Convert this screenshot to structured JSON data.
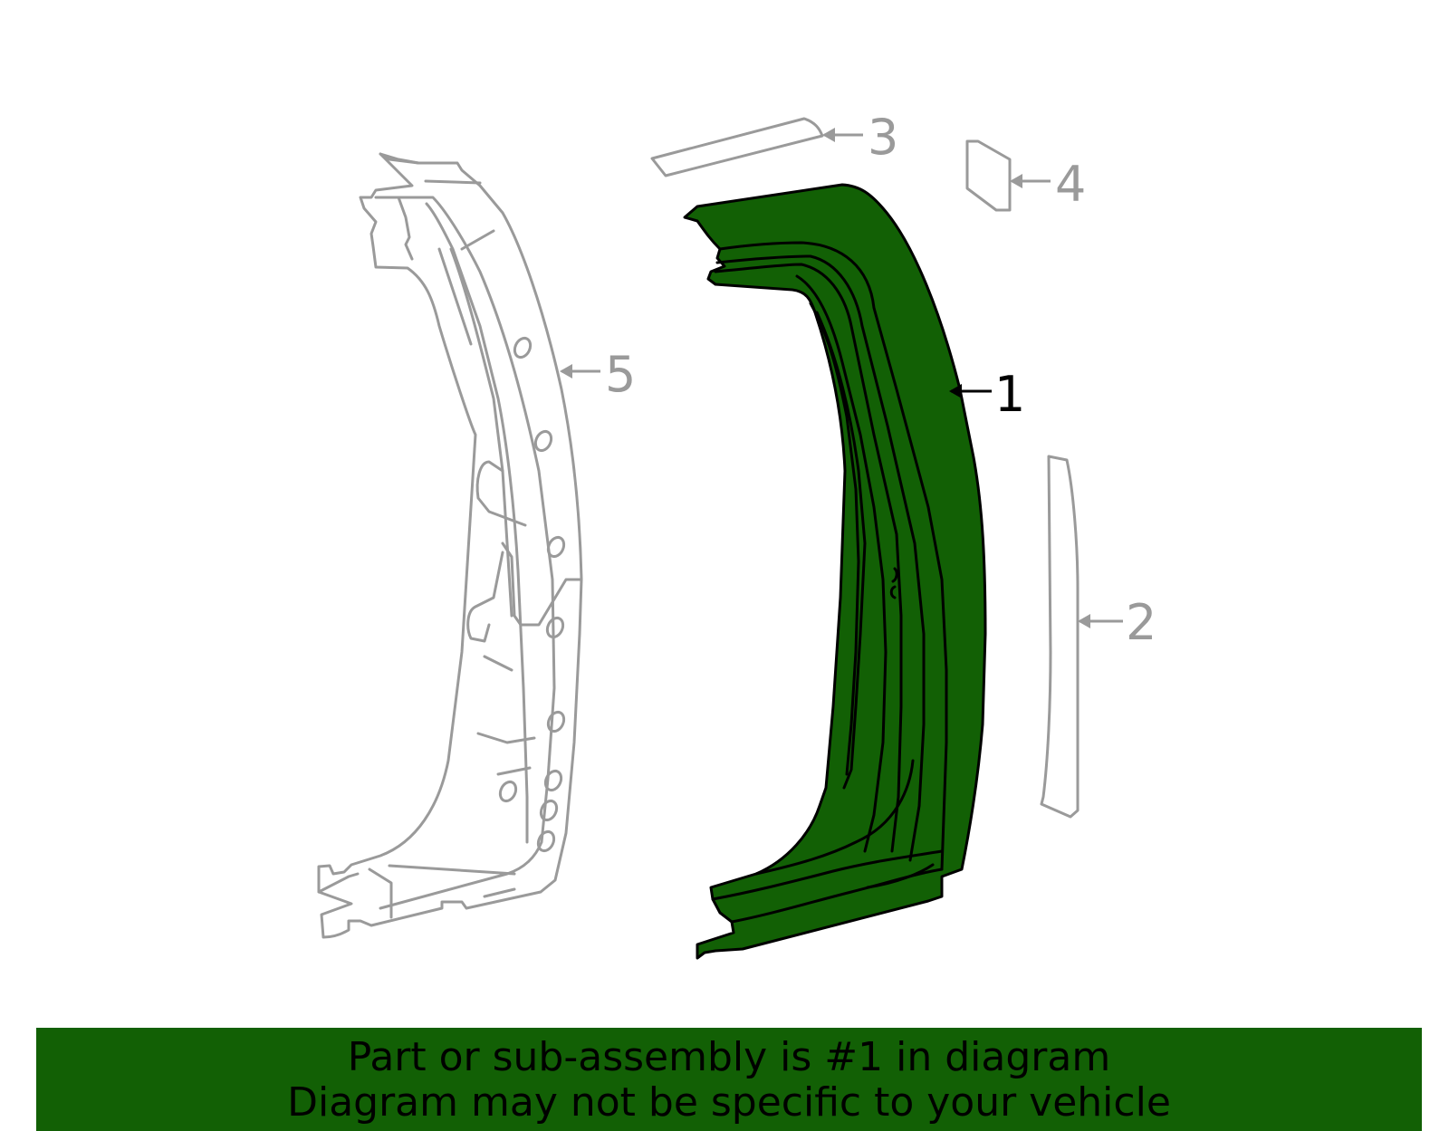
{
  "diagram": {
    "highlight_color": "#126005",
    "outline_color": "#9a9a9a",
    "callouts": [
      {
        "id": "1",
        "label": "1",
        "part": "highlighted-pillar-reinforcement",
        "highlighted": true
      },
      {
        "id": "2",
        "label": "2",
        "part": "trim-strip"
      },
      {
        "id": "3",
        "label": "3",
        "part": "top-strip"
      },
      {
        "id": "4",
        "label": "4",
        "part": "small-bracket"
      },
      {
        "id": "5",
        "label": "5",
        "part": "pillar-outer-panel"
      }
    ]
  },
  "banner": {
    "line1": "Part or sub-assembly is #1 in diagram",
    "line2": "Diagram may not be specific to your vehicle",
    "color": "#126005"
  }
}
